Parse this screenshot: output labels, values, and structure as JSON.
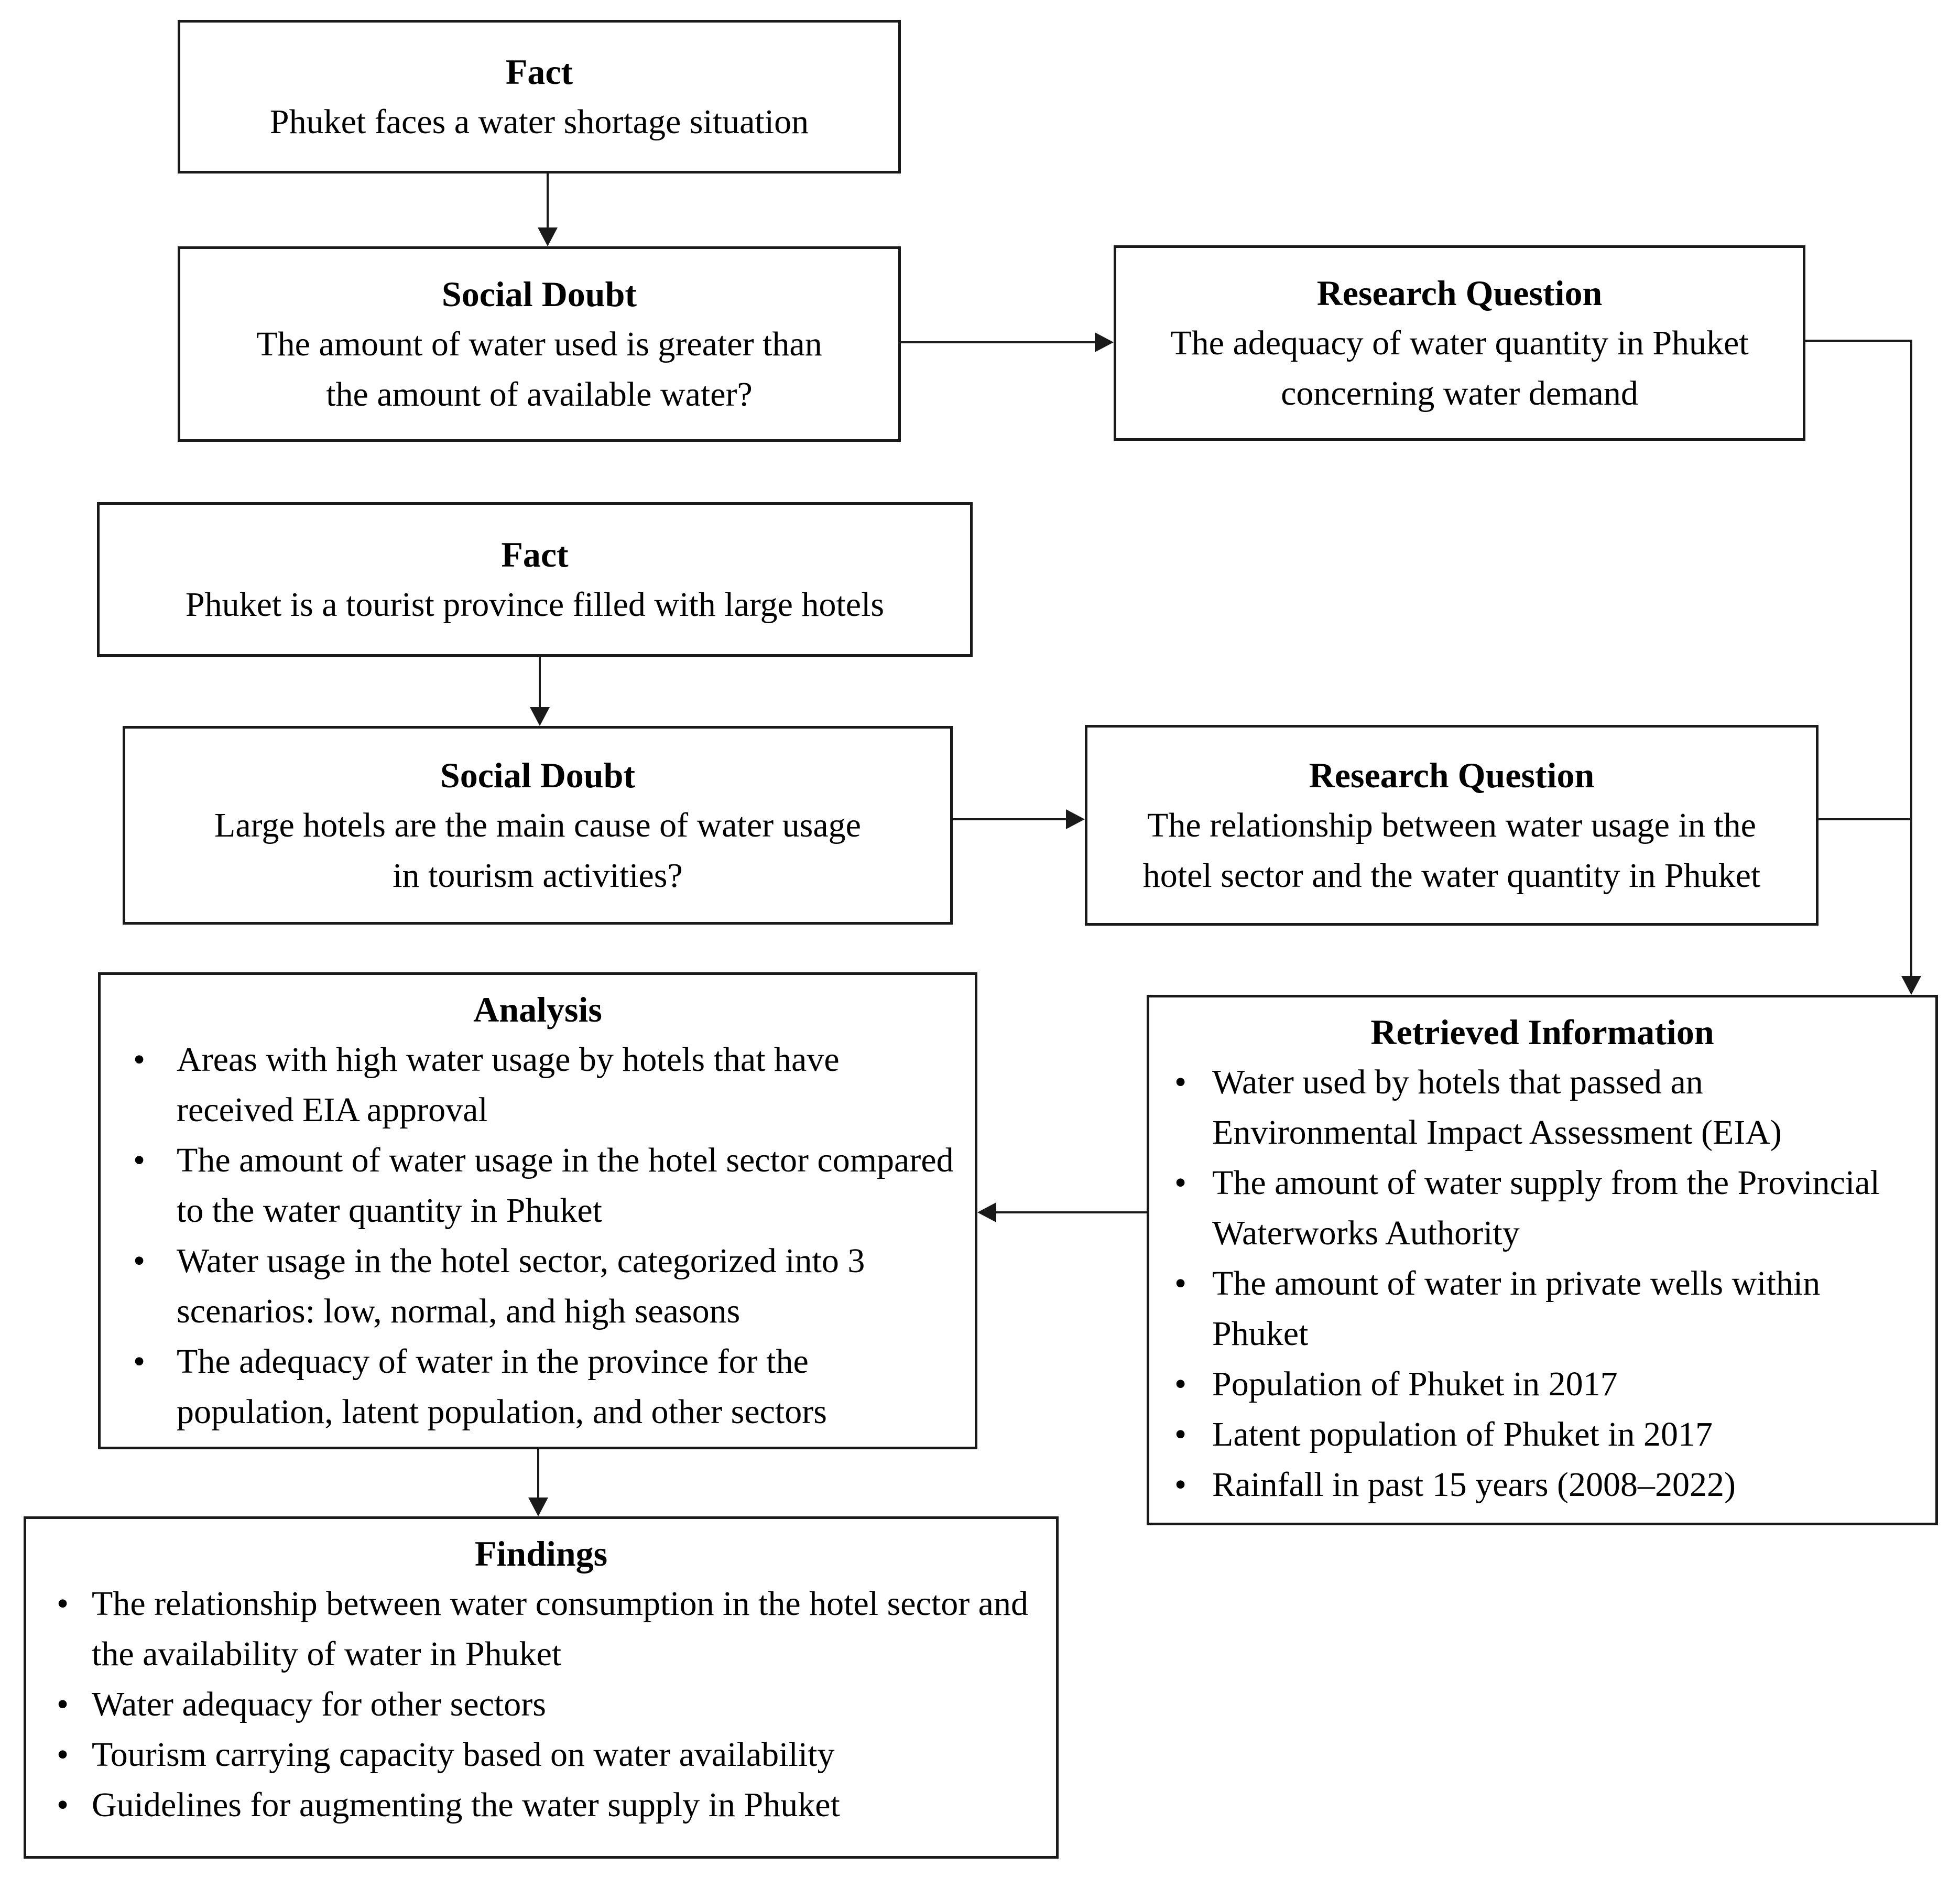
{
  "colors": {
    "background": "#ffffff",
    "box_border": "#1a1a1a",
    "text": "#000000",
    "arrow": "#1a1a1a"
  },
  "boxes": {
    "fact1": {
      "title": "Fact",
      "lines": [
        "Phuket faces a water shortage situation"
      ]
    },
    "social_doubt1": {
      "title": "Social Doubt",
      "lines": [
        "The amount of water used is greater than",
        "the amount of available water?"
      ]
    },
    "research_question1": {
      "title": "Research Question",
      "lines": [
        "The adequacy of water quantity in Phuket",
        "concerning water demand"
      ]
    },
    "fact2": {
      "title": "Fact",
      "lines": [
        "Phuket is a tourist province filled with large hotels"
      ]
    },
    "social_doubt2": {
      "title": "Social Doubt",
      "lines": [
        "Large hotels are the main cause of water usage",
        "in tourism activities?"
      ]
    },
    "research_question2": {
      "title": "Research Question",
      "lines": [
        "The relationship between water usage in the",
        "hotel sector and the water quantity in Phuket"
      ]
    },
    "analysis": {
      "title": "Analysis",
      "bullets": [
        "Areas with high water usage by hotels that have received EIA approval",
        "The amount of water usage in the hotel sector compared to the water quantity in Phuket",
        "Water usage in the hotel sector, categorized into 3 scenarios: low, normal, and high seasons",
        "The adequacy of water in the province for the population, latent population, and other sectors"
      ]
    },
    "retrieved_information": {
      "title": "Retrieved Information",
      "bullets": [
        "Water used by hotels that passed an Environmental Impact Assessment (EIA)",
        "The amount of water supply from the Provincial Waterworks Authority",
        "The amount of water in private wells within Phuket",
        "Population of Phuket in 2017",
        "Latent population of Phuket in 2017",
        "Rainfall in past 15 years (2008–2022)"
      ]
    },
    "findings": {
      "title": "Findings",
      "bullets": [
        "The relationship between water consumption in the hotel sector and the availability of water in Phuket",
        "Water adequacy for other sectors",
        "Tourism carrying capacity based on water availability",
        "Guidelines for augmenting the water supply in Phuket"
      ]
    }
  }
}
